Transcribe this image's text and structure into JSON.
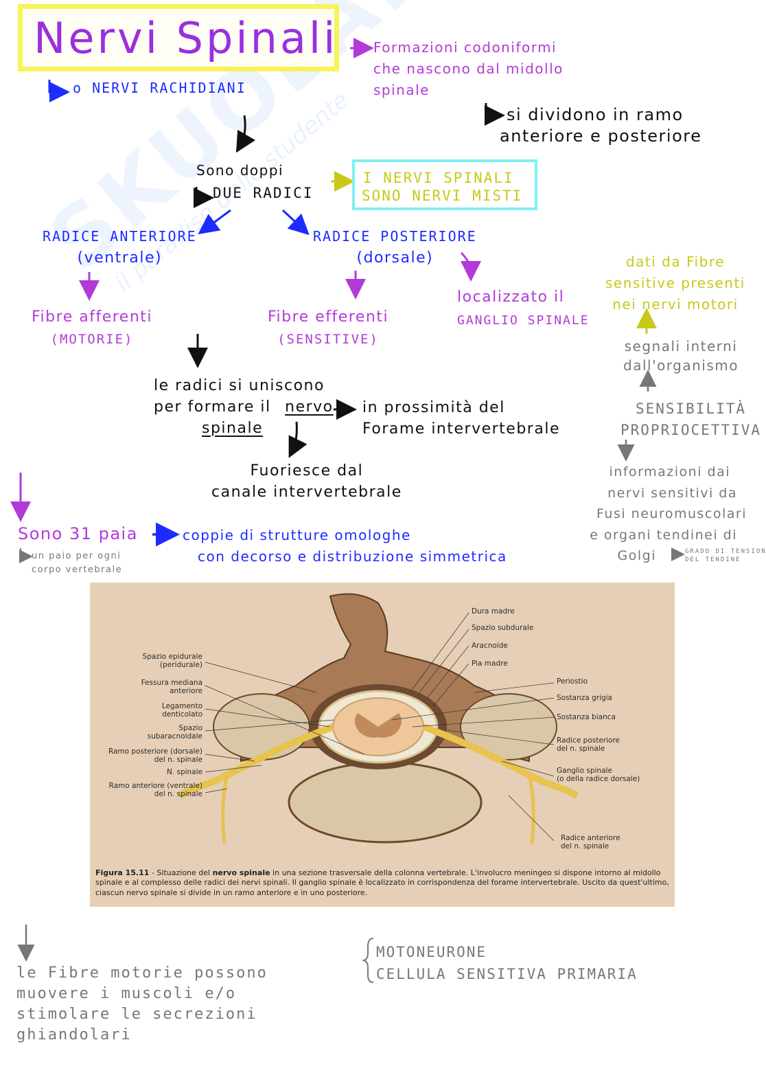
{
  "title": "Nervi Spinali",
  "formazioni": [
    "Formazioni codoniformi",
    "che nascono dal midollo",
    "spinale"
  ],
  "si_dividono": [
    "si dividono in ramo",
    "anteriore e posteriore"
  ],
  "rachidiani": "o NERVI RACHIDIANI",
  "sono_doppi": "Sono doppi",
  "due_radici": "DUE RADICI",
  "misti": [
    "I NERVI SPINALI",
    "SONO NERVI MISTI"
  ],
  "radice_anteriore": [
    "RADICE ANTERIORE",
    "(ventrale)"
  ],
  "radice_posteriore": [
    "RADICE POSTERIORE",
    "(dorsale)"
  ],
  "fibre_afferenti": [
    "Fibre afferenti",
    "(MOTORIE)"
  ],
  "fibre_efferenti": [
    "Fibre efferenti",
    "(SENSITIVE)"
  ],
  "ganglio": [
    "localizzato il",
    "GANGLIO SPINALE"
  ],
  "dati_fibre": [
    "dati da Fibre",
    "sensitive presenti",
    "nei nervi motori"
  ],
  "segnali": [
    "segnali interni",
    "dall'organismo"
  ],
  "sensibilita": [
    "SENSIBILITÀ",
    "PROPRIOCETTIVA"
  ],
  "informazioni": [
    "informazioni dai",
    "nervi sensitivi da",
    "Fusi neuromuscolari",
    "e organi tendinei di",
    "Golgi"
  ],
  "grado_tensione": [
    "GRADO DI TENSIONE",
    "DEL TENDINE"
  ],
  "radici_uniscono": [
    "le radici si uniscono",
    "per formare il",
    "nervo",
    "spinale"
  ],
  "prossimita": [
    "in prossimità del",
    "Forame intervertebrale"
  ],
  "fuoriesce": [
    "Fuoriesce dal",
    "canale intervertebrale"
  ],
  "sono_31": "Sono 31 paia",
  "paio_ogni": [
    "un paio per ogni",
    "corpo vertebrale"
  ],
  "coppie": [
    "coppie di strutture omologhe",
    "con decorso e distribuzione simmetrica"
  ],
  "figure": {
    "labels_left": [
      "Spazio epidurale\n(peridurale)",
      "Fessura mediana\nanteriore",
      "Legamento\ndenticolato",
      "Spazio\nsubaracnoidale",
      "Ramo posteriore (dorsale)\ndel n. spinale",
      "N. spinale",
      "Ramo anteriore (ventrale)\ndel n. spinale"
    ],
    "labels_top": [
      "Dura madre",
      "Spazio subdurale",
      "Aracnoide",
      "Pia madre"
    ],
    "labels_right": [
      "Periostio",
      "Sostanza grigia",
      "Sostanza bianca",
      "Radice posteriore\ndel n. spinale",
      "Ganglio spinale\n(o della radice dorsale)",
      "Radice anteriore\ndel n. spinale"
    ],
    "caption_prefix": "Figura 15.11",
    "caption_a": " - Situazione del ",
    "caption_bold": "nervo spinale",
    "caption_b": " in una sezione trasversale della colonna vertebrale. L'involucro meningeo si dispone intorno al midollo spinale e al complesso delle radici dei nervi spinali. Il ganglio spinale è localizzato in corrispondenza del forame intervertebrale. Uscito da quest'ultimo, ciascun nervo spinale si divide in un ramo anteriore e in uno posteriore."
  },
  "fibre_motorie_note": [
    "le Fibre motorie possono",
    "muovere i muscoli e/o",
    "stimolare le secrezioni",
    "ghiandolari"
  ],
  "motoneurone": [
    "MOTONEURONE",
    "CELLULA SENSITIVA PRIMARIA"
  ],
  "watermark": [
    "SKUOLA.net",
    "il paradiso dello studente"
  ]
}
